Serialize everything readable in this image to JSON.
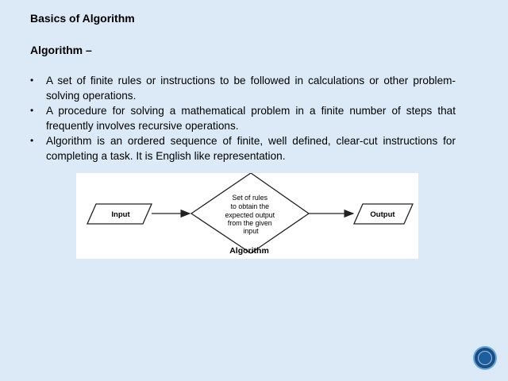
{
  "slide": {
    "title": "Basics of Algorithm",
    "subtitle": "Algorithm –",
    "bullets": [
      "A set of finite rules or instructions to be followed in calculations or other problem-solving operations.",
      "A procedure for solving a mathematical problem in a finite number of steps that frequently involves recursive operations.",
      "Algorithm is an ordered sequence of finite, well defined, clear-cut instructions for completing a task. It is English like representation."
    ]
  },
  "diagram": {
    "input_label": "Input",
    "output_label": "Output",
    "process_lines": [
      "Set of rules",
      "to obtain the",
      "expected output",
      "from the given",
      "input"
    ],
    "caption": "Algorithm"
  },
  "colors": {
    "background": "#dbeaf6",
    "nav_button": "#1a4f86"
  },
  "icons": {
    "nav_button": "circle-nav-icon"
  }
}
